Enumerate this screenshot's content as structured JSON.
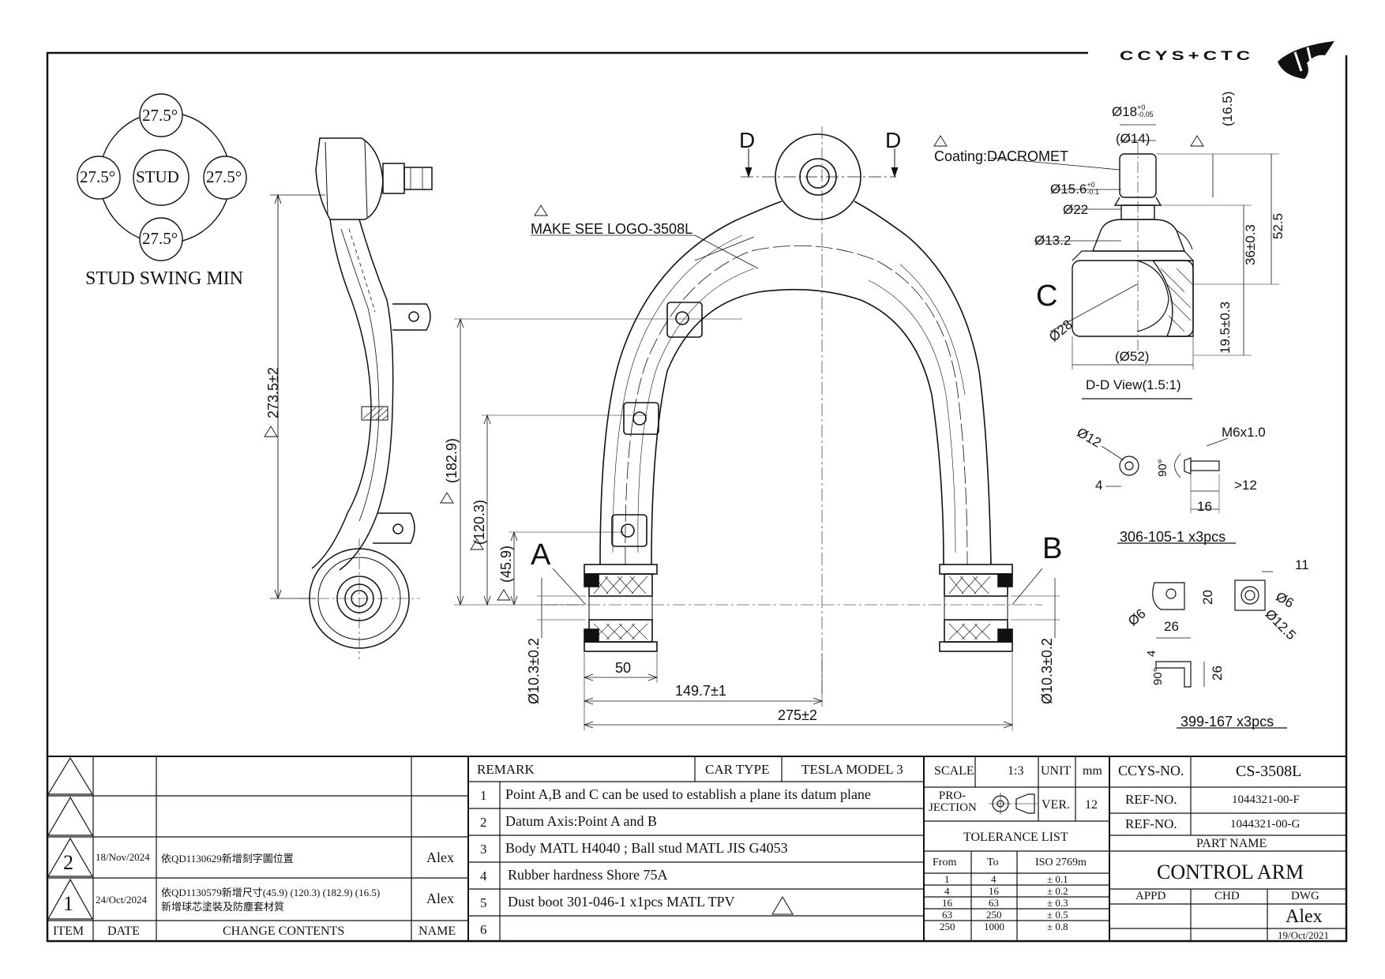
{
  "brand": {
    "logo_text": "CCYS+CTC"
  },
  "stud_swing": {
    "title": "STUD SWING MIN",
    "center": "STUD",
    "top": "27.5°",
    "left": "27.5°",
    "right": "27.5°",
    "bottom": "27.5°"
  },
  "side_view": {
    "dim_length": "273.5±2"
  },
  "main_view": {
    "section_mark_left": "D",
    "section_mark_right": "D",
    "logo_note": "MAKE SEE LOGO-3508L",
    "point_a": "A",
    "point_b": "B",
    "dim_1829": "(182.9)",
    "dim_1203": "(120.3)",
    "dim_459": "(45.9)",
    "dim_bush_left": "Ø10.3±0.2",
    "dim_bush_right": "Ø10.3±0.2",
    "dim_50": "50",
    "dim_1497": "149.7±1",
    "dim_275": "275±2"
  },
  "dd_view": {
    "coating": "Coating:DACROMET",
    "d18": "Ø18",
    "d18_tol_upper": "+0",
    "d18_tol_lower": "-0.05",
    "d14": "(Ø14)",
    "d165": "(16.5)",
    "d156": "Ø15.6",
    "d156_tol_upper": "+0",
    "d156_tol_lower": "-0.1",
    "d22": "Ø22",
    "d132": "Ø13.2",
    "d36": "36±0.3",
    "d525": "52.5",
    "point_c": "C",
    "d28": "Ø28",
    "d195": "19.5±0.3",
    "d52": "(Ø52)",
    "title": "D-D View(1.5:1)"
  },
  "screw": {
    "d12": "Ø12",
    "m6": "M6x1.0",
    "d4": "4",
    "deg90": "90°",
    "gt12": ">12",
    "d16": "16",
    "part": "306-105-1 x3pcs"
  },
  "bracket": {
    "d11": "11",
    "d6a": "Ø6",
    "d20": "20",
    "d6b": "Ø6",
    "d125": "Ø12.5",
    "d26a": "26",
    "d4": "4",
    "deg90": "90°",
    "d26b": "26",
    "part": "399-167 x3pcs"
  },
  "revision_table": {
    "headers": {
      "item": "ITEM",
      "date": "DATE",
      "change": "CHANGE CONTENTS",
      "name": "NAME"
    },
    "rows": [
      {
        "rev": "2",
        "date": "18/Nov/2024",
        "change1": "依QD1130629新增刻字圖位置",
        "change2": "",
        "name": "Alex"
      },
      {
        "rev": "1",
        "date": "24/Oct/2024",
        "change1": "依QD1130579新增尺寸(45.9) (120.3) (182.9) (16.5)",
        "change2": "新增球芯塗裝及防塵套材質",
        "name": "Alex"
      }
    ]
  },
  "remarks": {
    "header": "REMARK",
    "car_type_label": "CAR TYPE",
    "car_type": "TESLA MODEL 3",
    "items": [
      {
        "no": "1",
        "text": "Point A,B and C can be used to establish a plane its datum plane"
      },
      {
        "no": "2",
        "text": "Datum Axis:Point A and B"
      },
      {
        "no": "3",
        "text": "Body MATL H4040 ; Ball stud MATL JIS G4053"
      },
      {
        "no": "4",
        "text": "Rubber hardness Shore 75A"
      },
      {
        "no": "5",
        "text": "Dust boot 301-046-1 x1pcs MATL TPV"
      },
      {
        "no": "6",
        "text": ""
      }
    ]
  },
  "spec": {
    "scale_label": "SCALE",
    "scale": "1:3",
    "unit_label": "UNIT",
    "unit": "mm",
    "projection_label": "PRO-JECTION",
    "ver_label": "VER.",
    "ver": "12",
    "tolerance_title": "TOLERANCE LIST",
    "tol_headers": {
      "from": "From",
      "to": "To",
      "iso": "ISO 2769m"
    },
    "tolerances": [
      {
        "from": "1",
        "to": "4",
        "tol": "± 0.1"
      },
      {
        "from": "4",
        "to": "16",
        "tol": "± 0.2"
      },
      {
        "from": "16",
        "to": "63",
        "tol": "± 0.3"
      },
      {
        "from": "63",
        "to": "250",
        "tol": "± 0.5"
      },
      {
        "from": "250",
        "to": "1000",
        "tol": "± 0.8"
      }
    ]
  },
  "title_block": {
    "ccys_label": "CCYS-NO.",
    "ccys_no": "CS-3508L",
    "ref_label_1": "REF-NO.",
    "ref_1": "1044321-00-F",
    "ref_label_2": "REF-NO.",
    "ref_2": "1044321-00-G",
    "part_name_label": "PART NAME",
    "part_name": "CONTROL ARM",
    "appd": "APPD",
    "chd": "CHD",
    "dwg": "DWG",
    "drawn_by": "Alex",
    "date": "19/Oct/2021"
  }
}
